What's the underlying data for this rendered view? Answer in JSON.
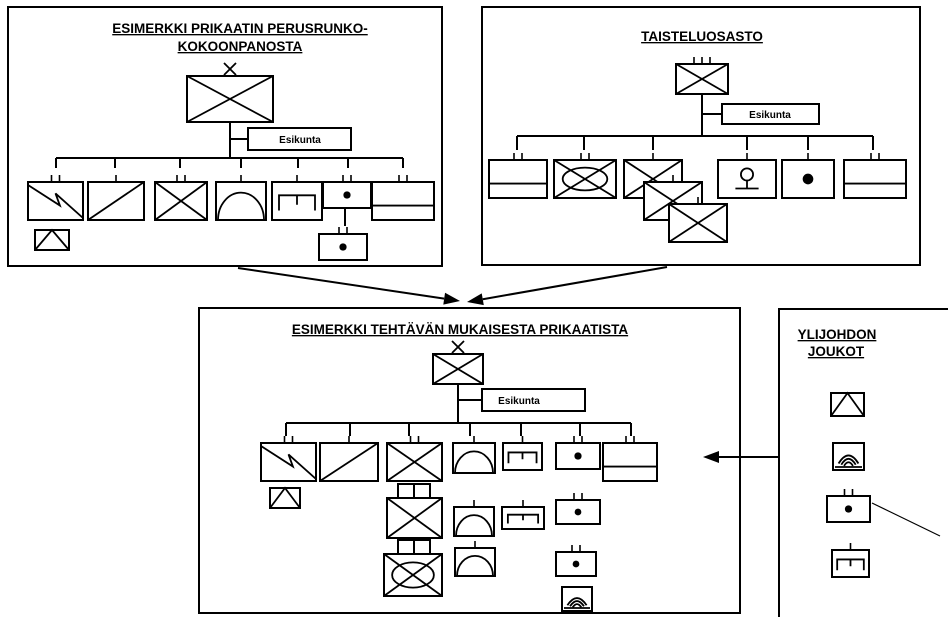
{
  "panels": {
    "base": {
      "title_line1": "ESIMERKKI PRIKAATIN PERUSRUNKO-",
      "title_line2": "KOKOONPANOSTA",
      "hq": "Esikunta"
    },
    "battle": {
      "title": "TAISTELUOSASTO",
      "hq": "Esikunta"
    },
    "task": {
      "title": "ESIMERKKI TEHTÄVÄN MUKAISESTA PRIKAATISTA",
      "hq": "Esikunta"
    },
    "higher": {
      "title_line1": "YLIJOHDON",
      "title_line2": "JOUKOT"
    }
  },
  "symbols": {
    "brigade": "infantry-x",
    "signal": "signal-lightning",
    "armor": "armored-diagonal",
    "infantry": "infantry-x",
    "artillery": "artillery-arch",
    "engineer": "engineer-comb",
    "field_artillery": "artillery-dot",
    "logistics": "logistics-bar",
    "mech_infantry": "mechanized-oval",
    "aviation": "aviation-triangle",
    "air_defense": "air-defense-arcs",
    "recon": "recon-balloon"
  },
  "colors": {
    "ink": "#000000",
    "background": "#ffffff"
  }
}
